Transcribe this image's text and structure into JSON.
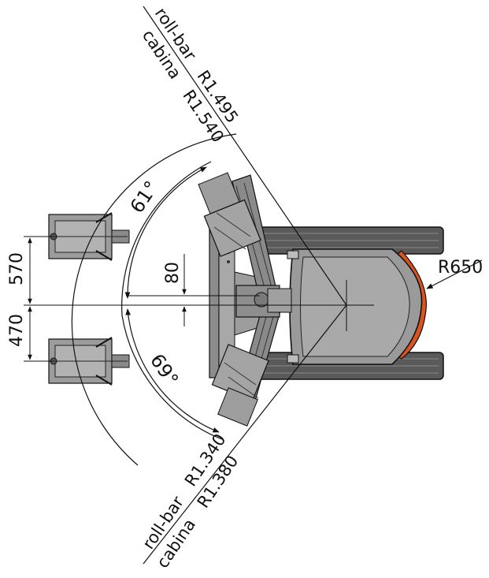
{
  "colors": {
    "line": "#111111",
    "machine_fill": "#9a9a9a",
    "machine_dark": "#4a4a4a",
    "machine_light": "#c8c8c8",
    "counterweight": "#d9541e"
  },
  "top_callout": {
    "rollbar_label": "roll-bar",
    "rollbar_value": "R1.495",
    "cabin_label": "cabina",
    "cabin_value": "R1.540"
  },
  "bottom_callout": {
    "rollbar_label": "roll-bar",
    "rollbar_value": "R1.340",
    "cabin_label": "cabina",
    "cabin_value": "R1.380"
  },
  "dimensions": {
    "angle_left": "61°",
    "angle_right": "69°",
    "offset_left": "570",
    "offset_right": "470",
    "boom_offset": "80",
    "tail_radius": "R650"
  }
}
